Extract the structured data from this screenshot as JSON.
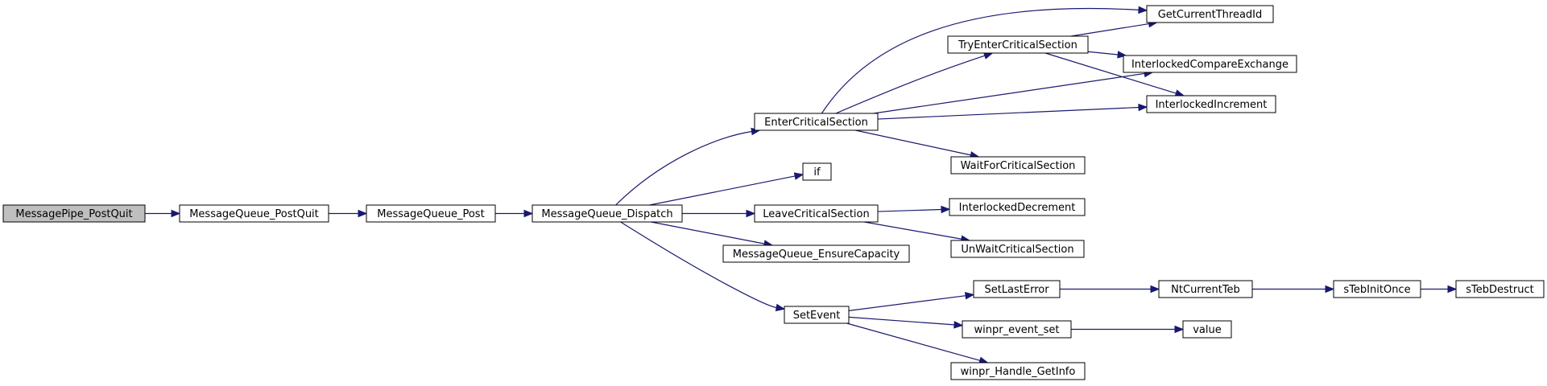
{
  "nodes": [
    {
      "id": "MessagePipe_PostQuit",
      "label": "MessagePipe_PostQuit",
      "root": true
    },
    {
      "id": "MessageQueue_PostQuit",
      "label": "MessageQueue_PostQuit"
    },
    {
      "id": "MessageQueue_Post",
      "label": "MessageQueue_Post"
    },
    {
      "id": "MessageQueue_Dispatch",
      "label": "MessageQueue_Dispatch"
    },
    {
      "id": "EnterCriticalSection",
      "label": "EnterCriticalSection"
    },
    {
      "id": "if",
      "label": "if"
    },
    {
      "id": "LeaveCriticalSection",
      "label": "LeaveCriticalSection"
    },
    {
      "id": "MessageQueue_EnsureCapacity",
      "label": "MessageQueue_EnsureCapacity"
    },
    {
      "id": "SetEvent",
      "label": "SetEvent"
    },
    {
      "id": "TryEnterCriticalSection",
      "label": "TryEnterCriticalSection"
    },
    {
      "id": "GetCurrentThreadId",
      "label": "GetCurrentThreadId"
    },
    {
      "id": "InterlockedCompareExchange",
      "label": "InterlockedCompareExchange"
    },
    {
      "id": "InterlockedIncrement",
      "label": "InterlockedIncrement"
    },
    {
      "id": "WaitForCriticalSection",
      "label": "WaitForCriticalSection"
    },
    {
      "id": "InterlockedDecrement",
      "label": "InterlockedDecrement"
    },
    {
      "id": "UnWaitCriticalSection",
      "label": "UnWaitCriticalSection"
    },
    {
      "id": "SetLastError",
      "label": "SetLastError"
    },
    {
      "id": "winpr_event_set",
      "label": "winpr_event_set"
    },
    {
      "id": "winpr_Handle_GetInfo",
      "label": "winpr_Handle_GetInfo"
    },
    {
      "id": "NtCurrentTeb",
      "label": "NtCurrentTeb"
    },
    {
      "id": "sTebInitOnce",
      "label": "sTebInitOnce"
    },
    {
      "id": "sTebDestruct",
      "label": "sTebDestruct"
    },
    {
      "id": "value",
      "label": "value"
    }
  ],
  "edges": [
    [
      "MessagePipe_PostQuit",
      "MessageQueue_PostQuit"
    ],
    [
      "MessageQueue_PostQuit",
      "MessageQueue_Post"
    ],
    [
      "MessageQueue_Post",
      "MessageQueue_Dispatch"
    ],
    [
      "MessageQueue_Dispatch",
      "EnterCriticalSection"
    ],
    [
      "MessageQueue_Dispatch",
      "if"
    ],
    [
      "MessageQueue_Dispatch",
      "LeaveCriticalSection"
    ],
    [
      "MessageQueue_Dispatch",
      "MessageQueue_EnsureCapacity"
    ],
    [
      "MessageQueue_Dispatch",
      "SetEvent"
    ],
    [
      "EnterCriticalSection",
      "GetCurrentThreadId"
    ],
    [
      "EnterCriticalSection",
      "TryEnterCriticalSection"
    ],
    [
      "EnterCriticalSection",
      "InterlockedCompareExchange"
    ],
    [
      "EnterCriticalSection",
      "InterlockedIncrement"
    ],
    [
      "EnterCriticalSection",
      "WaitForCriticalSection"
    ],
    [
      "TryEnterCriticalSection",
      "GetCurrentThreadId"
    ],
    [
      "TryEnterCriticalSection",
      "InterlockedCompareExchange"
    ],
    [
      "TryEnterCriticalSection",
      "InterlockedIncrement"
    ],
    [
      "LeaveCriticalSection",
      "InterlockedDecrement"
    ],
    [
      "LeaveCriticalSection",
      "UnWaitCriticalSection"
    ],
    [
      "SetEvent",
      "SetLastError"
    ],
    [
      "SetEvent",
      "winpr_event_set"
    ],
    [
      "SetEvent",
      "winpr_Handle_GetInfo"
    ],
    [
      "SetLastError",
      "NtCurrentTeb"
    ],
    [
      "NtCurrentTeb",
      "sTebInitOnce"
    ],
    [
      "sTebInitOnce",
      "sTebDestruct"
    ],
    [
      "winpr_event_set",
      "value"
    ]
  ],
  "colors": {
    "edge": "#191970",
    "root_fill": "#bfbfbf",
    "node_fill": "#ffffff",
    "node_border": "#000000"
  }
}
